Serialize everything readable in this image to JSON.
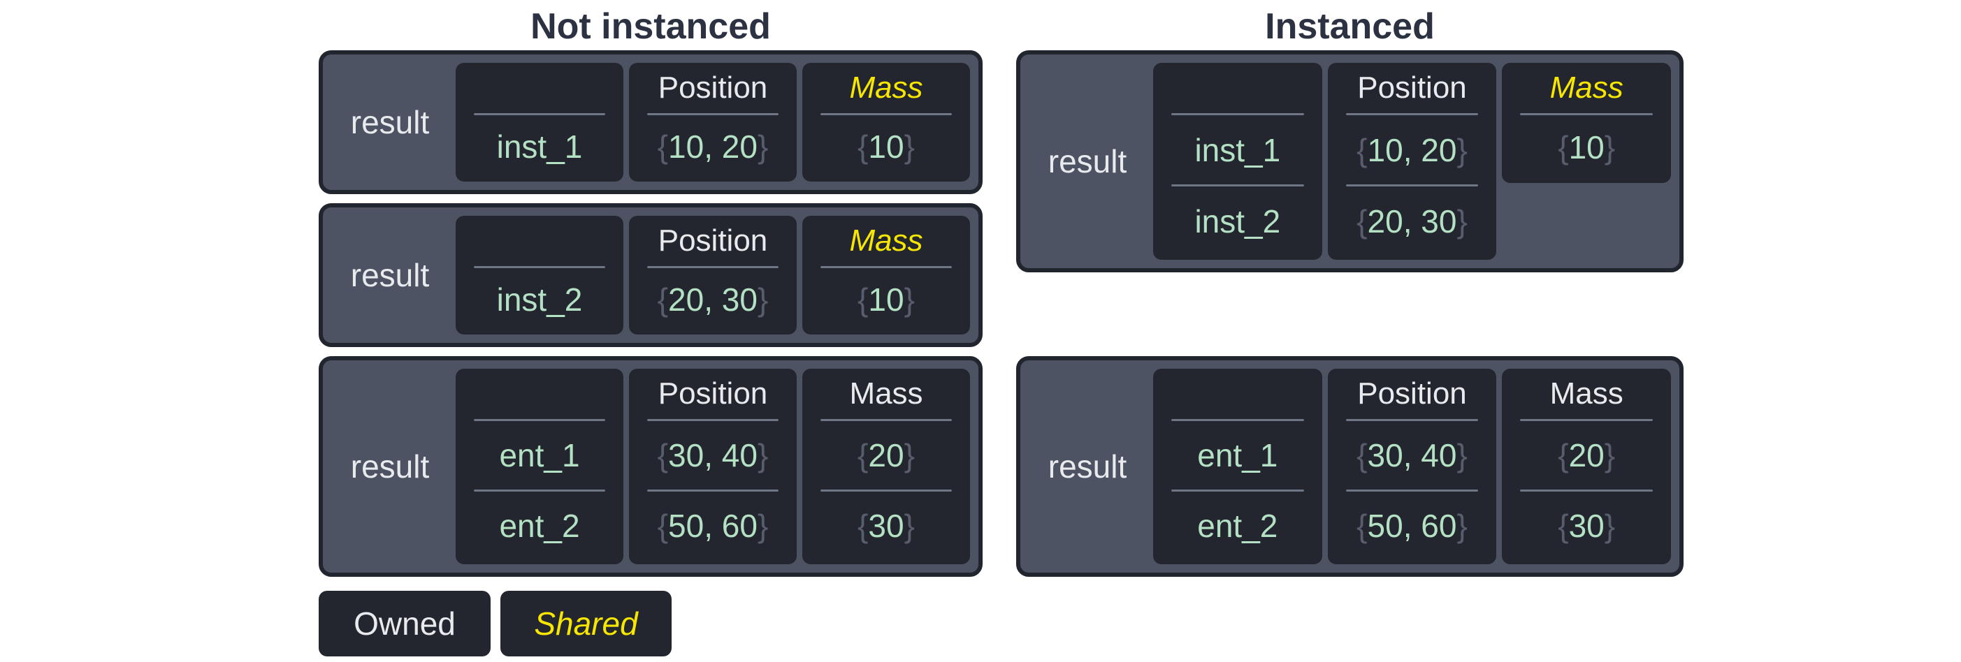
{
  "titles": {
    "left": "Not instanced",
    "right": "Instanced"
  },
  "legend": {
    "owned_label": "Owned",
    "shared_label": "Shared"
  },
  "punctuation": {
    "open_brace": "{",
    "close_brace": "}"
  },
  "colors": {
    "shared_yellow": "#f7e600",
    "owned_white": "#e8eaee",
    "value_green": "#b4e0c4",
    "brace_gray": "#575d6d",
    "panel_slate": "#4d5362",
    "cell_dark": "#23262e",
    "title_dark": "#2c3242"
  },
  "tables": {
    "ni_1": {
      "result_label": "result",
      "columns": [
        {
          "kind": "entity",
          "header": "",
          "shared": false,
          "rows": [
            "inst_1"
          ]
        },
        {
          "kind": "component",
          "header": "Position",
          "shared": false,
          "rows": [
            "10, 20"
          ]
        },
        {
          "kind": "component",
          "header": "Mass",
          "shared": true,
          "rows": [
            "10"
          ]
        }
      ]
    },
    "ni_2": {
      "result_label": "result",
      "columns": [
        {
          "kind": "entity",
          "header": "",
          "shared": false,
          "rows": [
            "inst_2"
          ]
        },
        {
          "kind": "component",
          "header": "Position",
          "shared": false,
          "rows": [
            "20, 30"
          ]
        },
        {
          "kind": "component",
          "header": "Mass",
          "shared": true,
          "rows": [
            "10"
          ]
        }
      ]
    },
    "ni_3": {
      "result_label": "result",
      "columns": [
        {
          "kind": "entity",
          "header": "",
          "shared": false,
          "rows": [
            "ent_1",
            "ent_2"
          ]
        },
        {
          "kind": "component",
          "header": "Position",
          "shared": false,
          "rows": [
            "30, 40",
            "50, 60"
          ]
        },
        {
          "kind": "component",
          "header": "Mass",
          "shared": false,
          "rows": [
            "20",
            "30"
          ]
        }
      ]
    },
    "i_1": {
      "result_label": "result",
      "columns": [
        {
          "kind": "entity",
          "header": "",
          "shared": false,
          "rows": [
            "inst_1",
            "inst_2"
          ]
        },
        {
          "kind": "component",
          "header": "Position",
          "shared": false,
          "rows": [
            "10, 20",
            "20, 30"
          ]
        },
        {
          "kind": "component",
          "header": "Mass",
          "shared": true,
          "short": true,
          "rows": [
            "10"
          ]
        }
      ]
    },
    "i_2": {
      "result_label": "result",
      "columns": [
        {
          "kind": "entity",
          "header": "",
          "shared": false,
          "rows": [
            "ent_1",
            "ent_2"
          ]
        },
        {
          "kind": "component",
          "header": "Position",
          "shared": false,
          "rows": [
            "30, 40",
            "50, 60"
          ]
        },
        {
          "kind": "component",
          "header": "Mass",
          "shared": false,
          "rows": [
            "20",
            "30"
          ]
        }
      ]
    }
  }
}
